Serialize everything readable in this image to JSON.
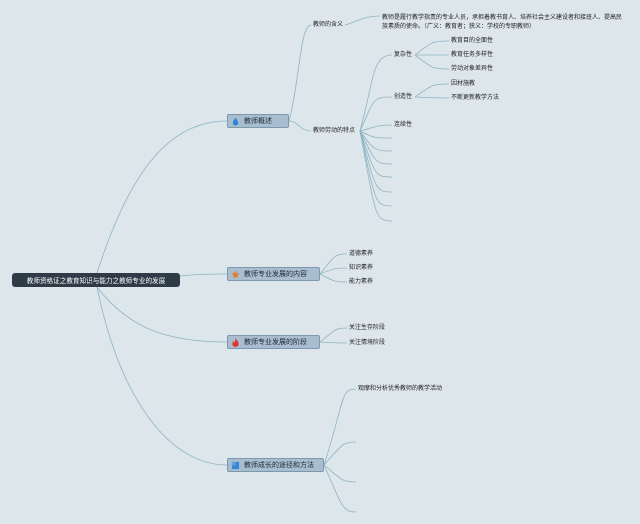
{
  "root": "教师资格证之教育知识与能力之教师专业的发展",
  "icons": {
    "n1": "drop-icon",
    "n2": "star-icon",
    "n3": "flame-icon",
    "n4": "flag-icon"
  },
  "colors": {
    "background": "#dde6ea",
    "root": "#2f3b46",
    "node": "#a8bdd0",
    "line": "#8fb4c4"
  },
  "n1": {
    "label": "教师概述",
    "meaning": {
      "label": "教师的含义",
      "text": "教师是履行教学指责的专业人员，承担着教书育人、培养社会主义建设者和接班人、提高民族素质的使命。（广义：教育者；狭义：学校的专职教师）"
    },
    "features": {
      "label": "教师劳动的特点",
      "complex": {
        "label": "复杂性",
        "items": [
          "教育目的全面性",
          "教育任务多样性",
          "劳动对象差异性"
        ]
      },
      "creative": {
        "label": "创造性",
        "items": [
          "因材施教",
          "不断更新教学方法"
        ]
      },
      "continuous": {
        "label": "连续性"
      }
    }
  },
  "n2": {
    "label": "教师专业发展的内容",
    "items": [
      "道德素养",
      "知识素养",
      "能力素养"
    ]
  },
  "n3": {
    "label": "教师专业发展的阶段",
    "items": [
      "关注生存阶段",
      "关注情境阶段"
    ]
  },
  "n4": {
    "label": "教师成长的途径和方法",
    "items": [
      "观摩和分析优秀教师的教学活动"
    ]
  }
}
